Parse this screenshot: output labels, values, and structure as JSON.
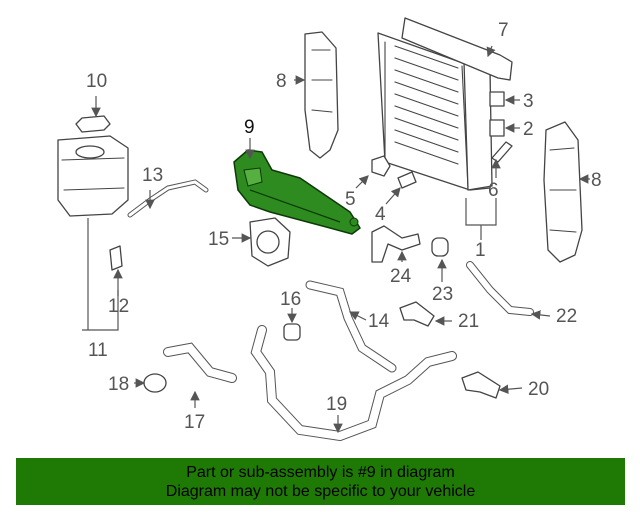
{
  "diagram": {
    "selected_part": "9",
    "callouts": [
      "1",
      "2",
      "3",
      "4",
      "5",
      "6",
      "7",
      "8",
      "8",
      "9",
      "10",
      "11",
      "12",
      "13",
      "14",
      "15",
      "16",
      "17",
      "18",
      "19",
      "20",
      "21",
      "22",
      "23",
      "24"
    ],
    "highlight_color": "#2e8b1f"
  },
  "footer": {
    "line1": "Part or sub-assembly is #9 in diagram",
    "line2": "Diagram may not be specific to your vehicle",
    "background": "#1f7a05"
  }
}
